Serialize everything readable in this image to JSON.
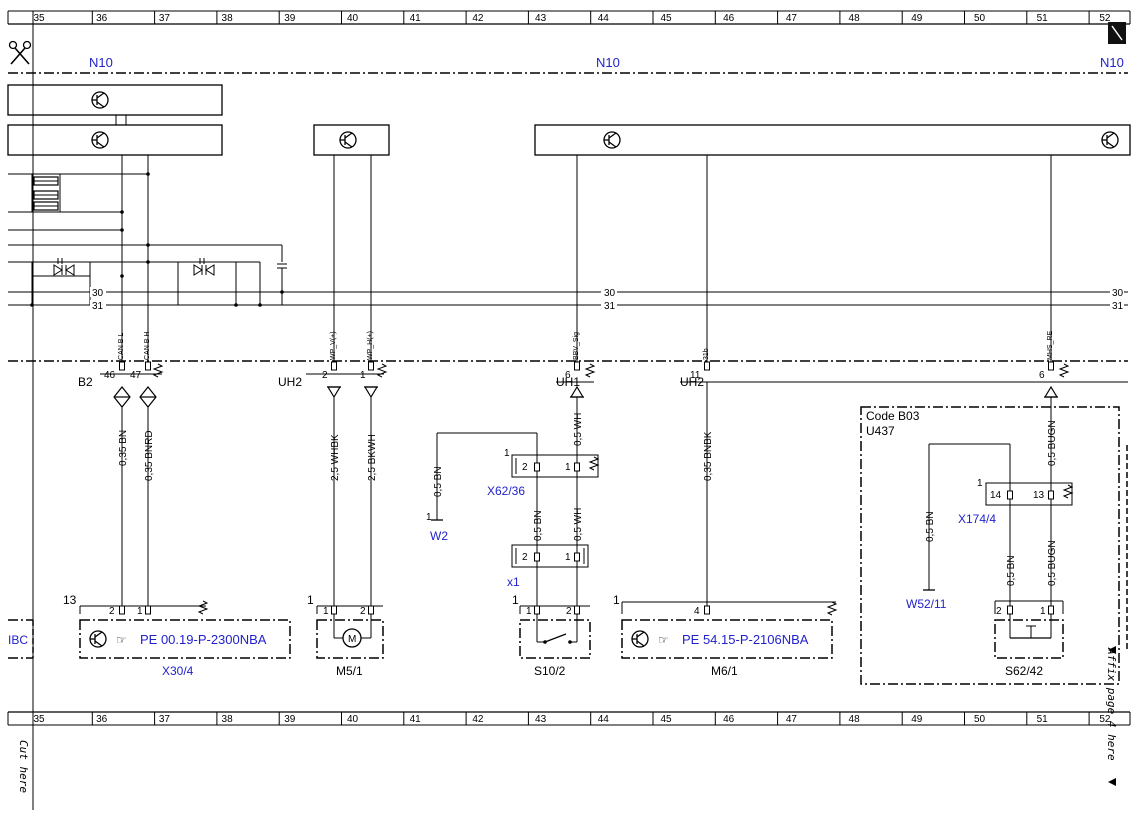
{
  "ruler": {
    "columns": [
      "35",
      "36",
      "37",
      "38",
      "39",
      "40",
      "41",
      "42",
      "43",
      "44",
      "45",
      "46",
      "47",
      "48",
      "49",
      "50",
      "51",
      "52"
    ]
  },
  "sheet": {
    "cut_here": "Cut here",
    "affix_page": "Affix page 4 here"
  },
  "control_unit": {
    "label_left": "N10",
    "label_mid": "N10",
    "label_right": "N10"
  },
  "busbars": {
    "terminal_30": "30",
    "terminal_31": "31"
  },
  "signals": {
    "can_bl": "CAN B L",
    "can_bh": "CAN B H",
    "wp_v": "WP_V(+)",
    "wp_h": "WP_H(+)",
    "bbv_sig": "BBV_Sig",
    "t31b": "31b",
    "mhs_re": "MHS_RE"
  },
  "connectors": {
    "b2": {
      "name": "B2",
      "pin_a": "46",
      "pin_b": "47"
    },
    "uh2_a": {
      "name": "UH2",
      "pin_a": "2",
      "pin_b": "1"
    },
    "uh1": {
      "name": "UH1",
      "pin": "6"
    },
    "uh2_b": {
      "name": "UH2",
      "pin": "11"
    },
    "right_pin": "6"
  },
  "wires": {
    "w1": "0,35 BN",
    "w2": "0,35 BNRD",
    "w3": "2,5 WHBK",
    "w4": "2,5 BKWH",
    "w5": "0,5 WH",
    "w6": "0,5 BN",
    "w7": "0,5 BN",
    "w8": "0,5 WH",
    "w9": "0,35 BNBK",
    "w10": "0,5 BUGN",
    "w11": "0,5 BN",
    "w12": "0,5 BN",
    "w13": "0,5 BUGN"
  },
  "components": {
    "x30_4": {
      "name": "X30/4",
      "ref": "PE 00.19-P-2300NBA",
      "pin_count": "13",
      "pin_a": "2",
      "pin_b": "1"
    },
    "m5_1": {
      "name": "M5/1",
      "pin_count": "1",
      "pin_a": "1",
      "pin_b": "2",
      "symbol": "M"
    },
    "s10_2": {
      "name": "S10/2",
      "pin_count": "1",
      "pin_a": "1",
      "pin_b": "2"
    },
    "m6_1": {
      "name": "M6/1",
      "ref": "PE 54.15-P-2106NBA",
      "pin_count": "1",
      "pin_a": "4"
    },
    "s62_42": {
      "name": "S62/42",
      "pin_a": "2",
      "pin_b": "1"
    },
    "x62_36": {
      "name": "X62/36",
      "count": "1",
      "pin_a": "2",
      "pin_b": "1"
    },
    "x1": {
      "name": "x1",
      "pin_a": "2",
      "pin_b": "1"
    },
    "w2": {
      "name": "W2",
      "count": "1"
    },
    "x174_4": {
      "name": "X174/4",
      "count": "1",
      "pin_a": "14",
      "pin_b": "13"
    },
    "w52_11": {
      "name": "W52/11"
    },
    "left_edge": {
      "name": "IBC"
    }
  },
  "code_box": {
    "line1": "Code B03",
    "line2": "U437"
  }
}
